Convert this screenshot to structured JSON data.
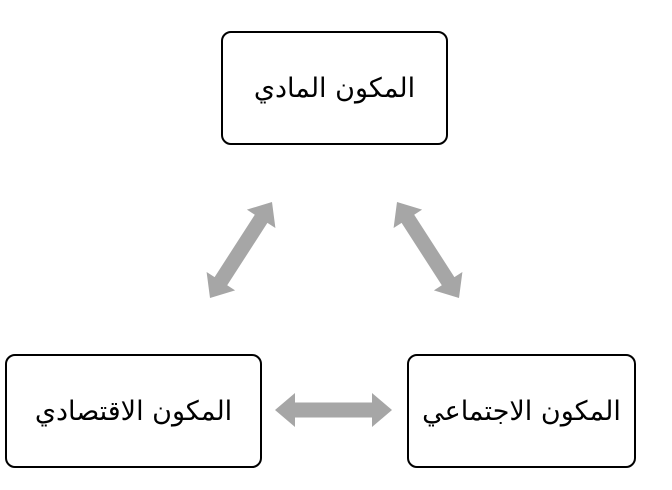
{
  "nodes": {
    "top": {
      "label": "المكون المادي"
    },
    "left": {
      "label": "المكون الاقتصادي"
    },
    "right": {
      "label": "المكون الاجتماعي"
    }
  },
  "edges": [
    {
      "from": "top",
      "to": "left",
      "direction": "both"
    },
    {
      "from": "top",
      "to": "right",
      "direction": "both"
    },
    {
      "from": "left",
      "to": "right",
      "direction": "both"
    }
  ],
  "colors": {
    "arrow": "#a6a6a6",
    "border": "#000000",
    "text": "#000000",
    "background": "#ffffff"
  }
}
